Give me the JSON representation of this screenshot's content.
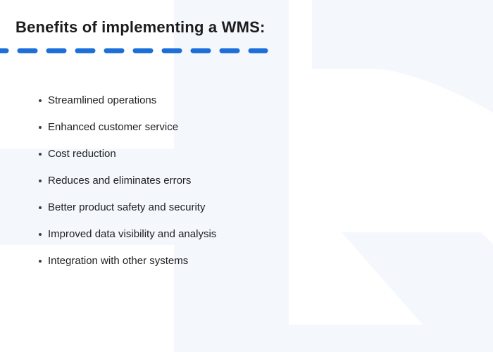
{
  "page": {
    "title": "Benefits of implementing a WMS:"
  },
  "list": {
    "items": [
      "Streamlined operations",
      "Enhanced customer service",
      "Cost reduction",
      "Reduces and eliminates errors",
      "Better product safety and security",
      "Improved data visibility and analysis",
      "Integration with other systems"
    ]
  },
  "colors": {
    "accent_blue": "#1c6ed9",
    "background_tint": "#f4f7fb",
    "title_text": "#1c1c1e",
    "list_text": "#202124"
  }
}
